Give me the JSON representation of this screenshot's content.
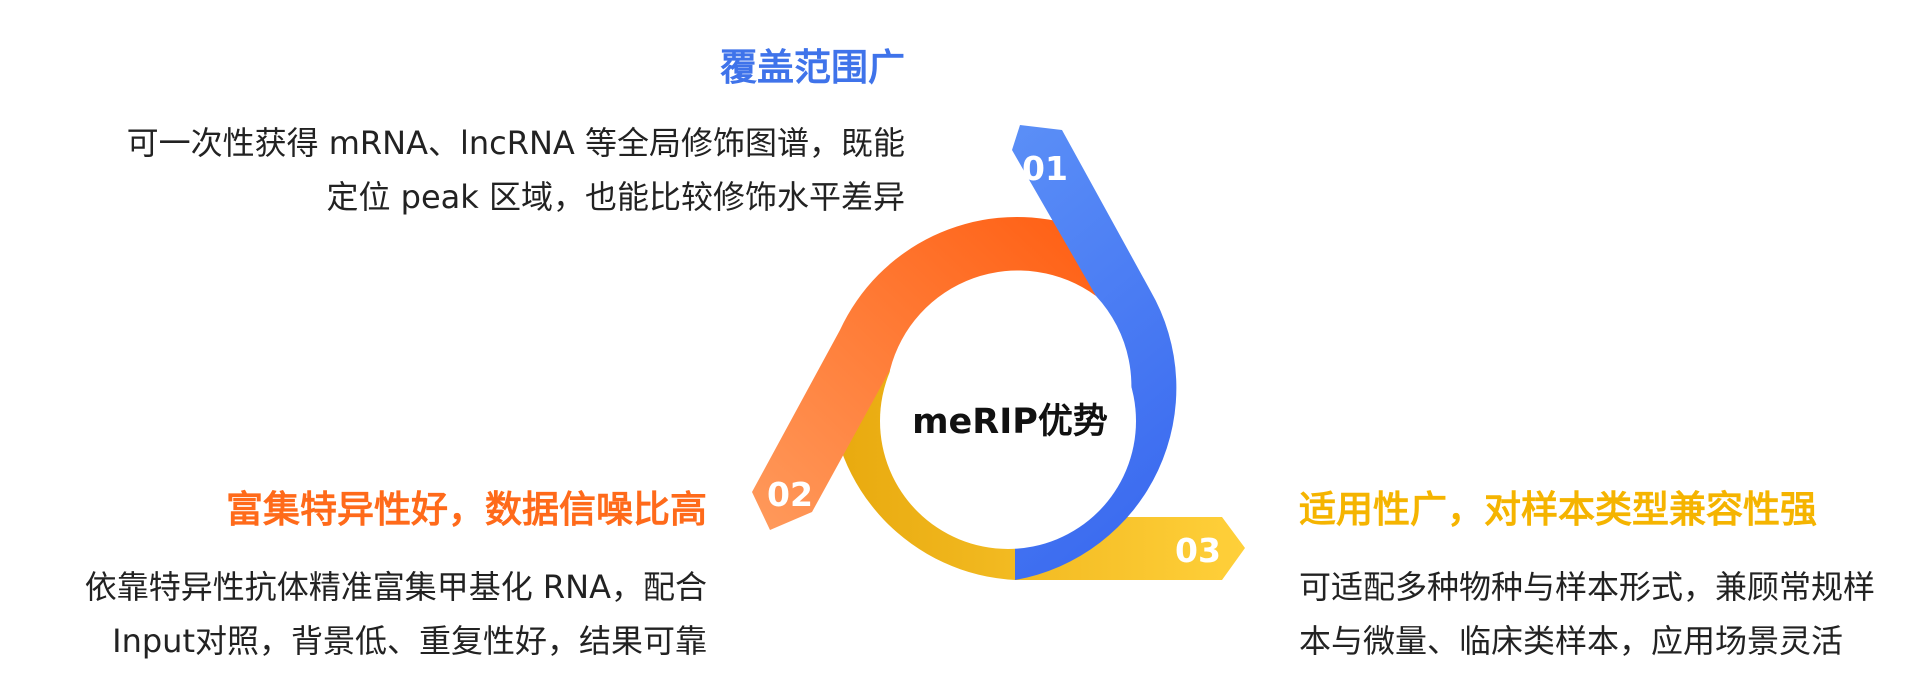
{
  "center_label": "meRIP优势",
  "colors": {
    "blue": "#4a7cf5",
    "orange": "#ff6a1a",
    "yellow": "#f5c21a",
    "title_blue": "#3f73ea",
    "title_orange": "#ff6a1a",
    "title_yellow": "#f5b400"
  },
  "items": [
    {
      "number": "01",
      "title": "覆盖范围广",
      "lines": [
        "可一次性获得 mRNA、lncRNA 等全局修饰图谱，既能",
        "定位 peak 区域，也能比较修饰水平差异"
      ]
    },
    {
      "number": "02",
      "title": "富集特异性好，数据信噪比高",
      "lines": [
        "依靠特异性抗体精准富集甲基化 RNA，配合",
        "Input对照，背景低、重复性好，结果可靠"
      ]
    },
    {
      "number": "03",
      "title": "适用性广，对样本类型兼容性强",
      "lines": [
        "可适配多种物种与样本形式，兼顾常规样",
        "本与微量、临床类样本，应用场景灵活"
      ]
    }
  ]
}
